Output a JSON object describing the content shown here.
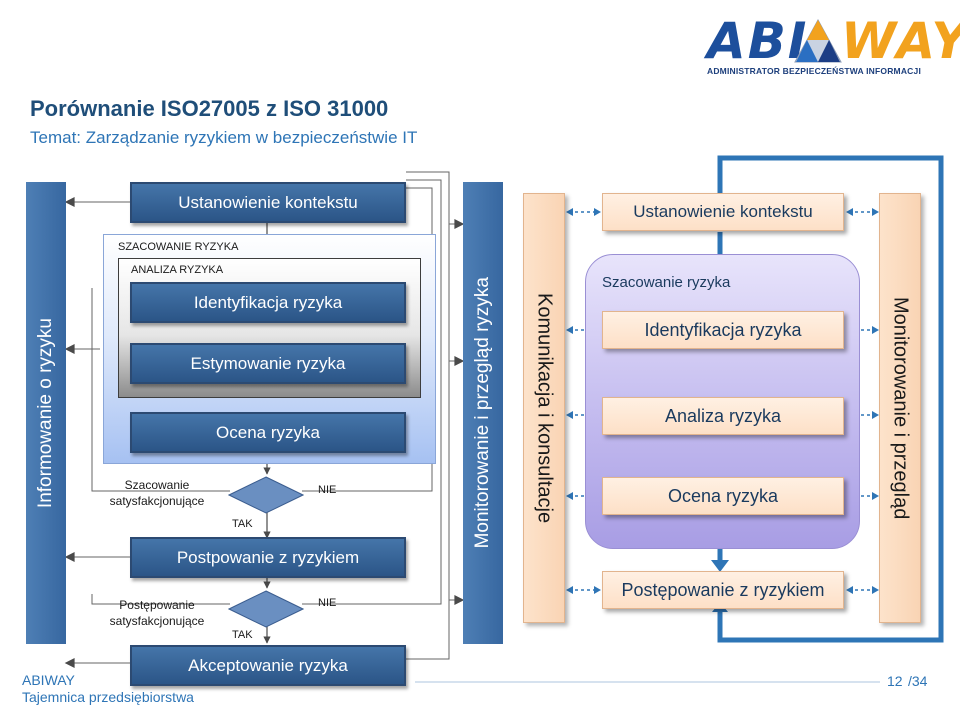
{
  "header": {
    "title": "Porównanie ISO27005 z ISO 31000",
    "subtitle": "Temat: Zarządzanie ryzykiem w bezpieczeństwie IT"
  },
  "logo": {
    "word_left": "ABI",
    "word_right": "WAY",
    "tagline": "ADMINISTRATOR BEZPIECZEŃSTWA INFORMACJI"
  },
  "iso27005": {
    "side_bar_left": "Informowanie o ryzyku",
    "side_bar_right": "Monitorowanie i przegląd ryzyka",
    "context": "Ustanowienie kontekstu",
    "risk_assessment_label": "SZACOWANIE RYZYKA",
    "risk_analysis_label": "ANALIZA RYZYKA",
    "identification": "Identyfikacja ryzyka",
    "estimation": "Estymowanie ryzyka",
    "evaluation": "Ocena ryzyka",
    "decision1_label": "Szacowanie satysfakcjonujące",
    "decision1_yes": "TAK",
    "decision1_no": "NIE",
    "treatment": "Postpowanie z ryzykiem",
    "decision2_label": "Postępowanie satysfakcjonujące",
    "decision2_yes": "TAK",
    "decision2_no": "NIE",
    "acceptance": "Akceptowanie ryzyka"
  },
  "iso31000": {
    "communication": "Komunikacja i konsultacje",
    "monitoring": "Monitorowanie i przegląd",
    "context": "Ustanowienie kontekstu",
    "assessment_label": "Szacowanie ryzyka",
    "identification": "Identyfikacja ryzyka",
    "analysis": "Analiza ryzyka",
    "evaluation": "Ocena ryzyka",
    "treatment": "Postępowanie z ryzykiem"
  },
  "footer": {
    "company": "ABIWAY",
    "confidential": "Tajemnica przedsiębiorstwa",
    "page_current": "12",
    "page_total": "/34"
  },
  "colors": {
    "dark_blue": "#2b5587",
    "orange_light": "#fde3cb",
    "purple": "#c9c3f0",
    "arrow_blue": "#2e75b6"
  }
}
